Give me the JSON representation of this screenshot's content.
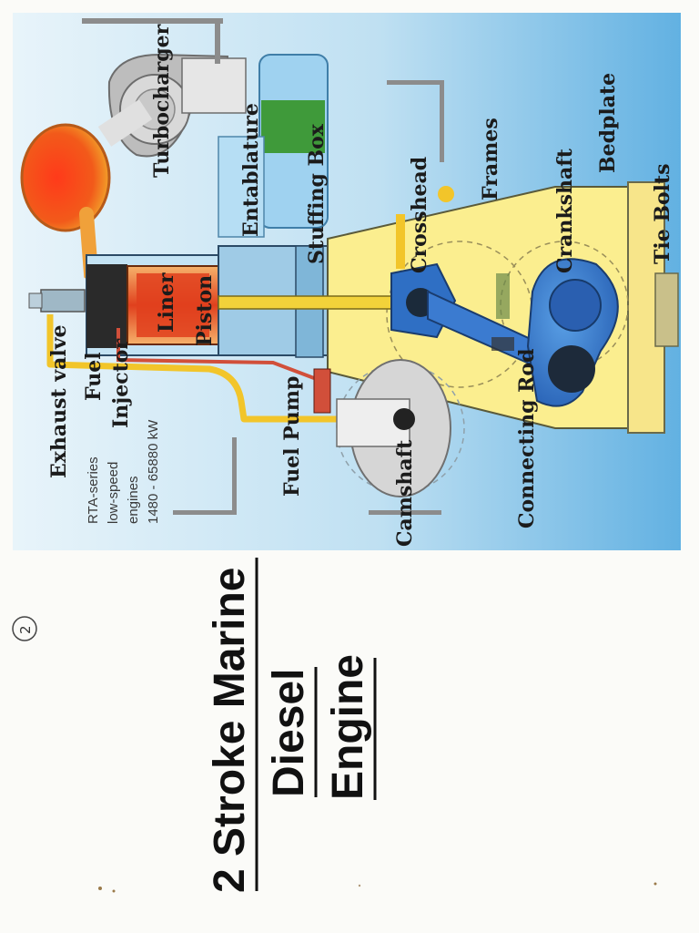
{
  "title": {
    "line1": "2 Stroke Marine",
    "line2": "Diesel",
    "line3": "Engine"
  },
  "page_number": "2",
  "caption": {
    "series": "RTA-series",
    "speed": "low-speed",
    "engines": "engines",
    "power": "1480 - 65880 kW"
  },
  "labels": {
    "exhaust_valve": "Exhaust valve",
    "fuel": "Fuel",
    "injector": "Injector",
    "liner": "Liner",
    "piston": "Piston",
    "turbocharger": "Turbocharger",
    "entablature": "Entablature",
    "stuffing_box": "Stuffing Box",
    "crosshead": "Crosshead",
    "frames": "Frames",
    "bedplate": "Bedplate",
    "crankshaft": "Crankshaft",
    "tie_bolts": "Tie Bolts",
    "fuel_pump": "Fuel Pump",
    "camshaft": "Camshaft",
    "connecting_rod": "Connecting Rod"
  },
  "colors": {
    "sky": "#cfe8f4",
    "sky_deep": "#5aaee0",
    "engine_frame": "#fbee8f",
    "piston_red": "#e0401d",
    "exhaust_orange": "#f07f1e",
    "crank_blue": "#2f6fc4",
    "fuel_line": "#f2c52a",
    "liner_copper": "#d9844a",
    "green_box": "#3f9a3a",
    "dark": "#2a2a2a"
  }
}
